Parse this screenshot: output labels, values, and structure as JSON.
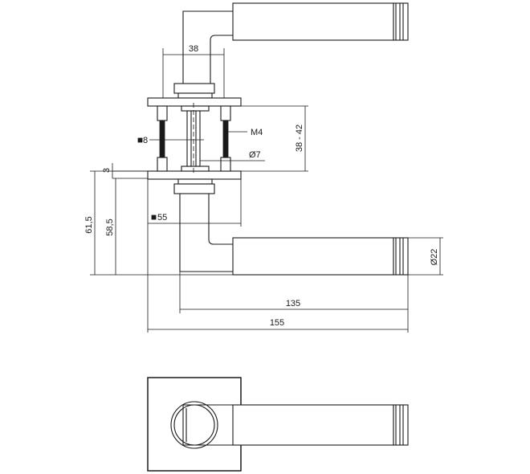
{
  "dimensions": {
    "rose_width": "38",
    "square_spindle": "8",
    "screw_thread": "M4",
    "spindle_diameter": "Ø7",
    "door_thickness": "38 - 42",
    "offset_small": "3",
    "height_total": "61,5",
    "height_lever": "58,5",
    "rose_square": "55",
    "grip_diameter": "Ø22",
    "grip_length": "135",
    "total_length": "155"
  }
}
